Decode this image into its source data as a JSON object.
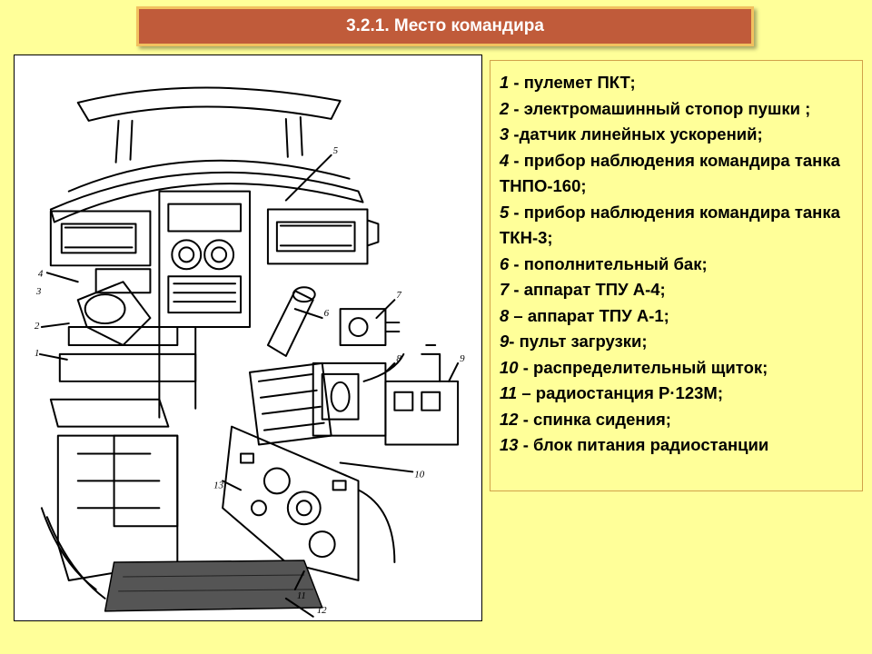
{
  "header": {
    "title": "3.2.1. Место командира"
  },
  "figure": {
    "callouts": [
      "1",
      "2",
      "3",
      "4",
      "5",
      "6",
      "7",
      "8",
      "9",
      "10",
      "11",
      "12",
      "13"
    ]
  },
  "legend": [
    {
      "num": "1",
      "sep": " - ",
      "text": "пулемет ПКТ;"
    },
    {
      "num": "2",
      "sep": " - ",
      "text": "электромашинный стопор пушки ;"
    },
    {
      "num": "3",
      "sep": " -",
      "text": "датчик линейных ускорений;"
    },
    {
      "num": "4",
      "sep": " - ",
      "text": "прибор наблюдения командира танка ТНПО-160;"
    },
    {
      "num": "5",
      "sep": " - ",
      "text": "прибор наблюдения командира танка ТКН-3;"
    },
    {
      "num": "6",
      "sep": " - ",
      "text": "пополнительный бак;"
    },
    {
      "num": "7",
      "sep": " - ",
      "text": "аппарат ТПУ А-4;"
    },
    {
      "num": "8",
      "sep": " – ",
      "text": "аппарат ТПУ А-1;"
    },
    {
      "num": "9",
      "sep": "- ",
      "text": "пульт загрузки;"
    },
    {
      "num": "10",
      "sep": " - ",
      "text": "распределительный щиток;"
    },
    {
      "num": "11",
      "sep": " – ",
      "text": "радиостанция  Р·123М;"
    },
    {
      "num": "12",
      "sep": " - ",
      "text": "спинка сидения;"
    },
    {
      "num": "13",
      "sep": " - ",
      "text": "блок питания радиостанции"
    }
  ]
}
